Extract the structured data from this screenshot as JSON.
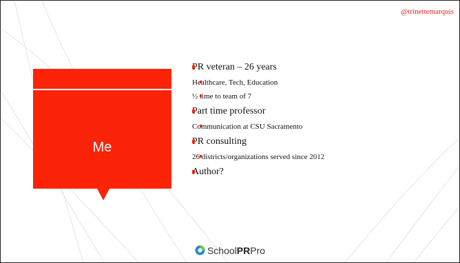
{
  "slide": {
    "handle": "@trinettemarquis",
    "title": "Me",
    "bullets": [
      {
        "text": "PR veteran – 26 years",
        "sub": [
          "Healthcare, Tech, Education",
          "½ time to team of 7"
        ]
      },
      {
        "text": "Part time professor",
        "sub": [
          "Communication at CSU Sacramento"
        ]
      },
      {
        "text": "PR consulting",
        "sub": [
          "26 districts/organizations served since 2012"
        ]
      },
      {
        "text": "Author?",
        "sub": []
      }
    ],
    "footer": {
      "brand_prefix": "School",
      "brand_bold": "PR",
      "brand_suffix": "Pro",
      "logo_icon": "schoolprpro-logo-icon"
    }
  },
  "colors": {
    "accent": "#fb2409",
    "logo_green": "#7ac043",
    "logo_blue": "#1f8fcf"
  }
}
